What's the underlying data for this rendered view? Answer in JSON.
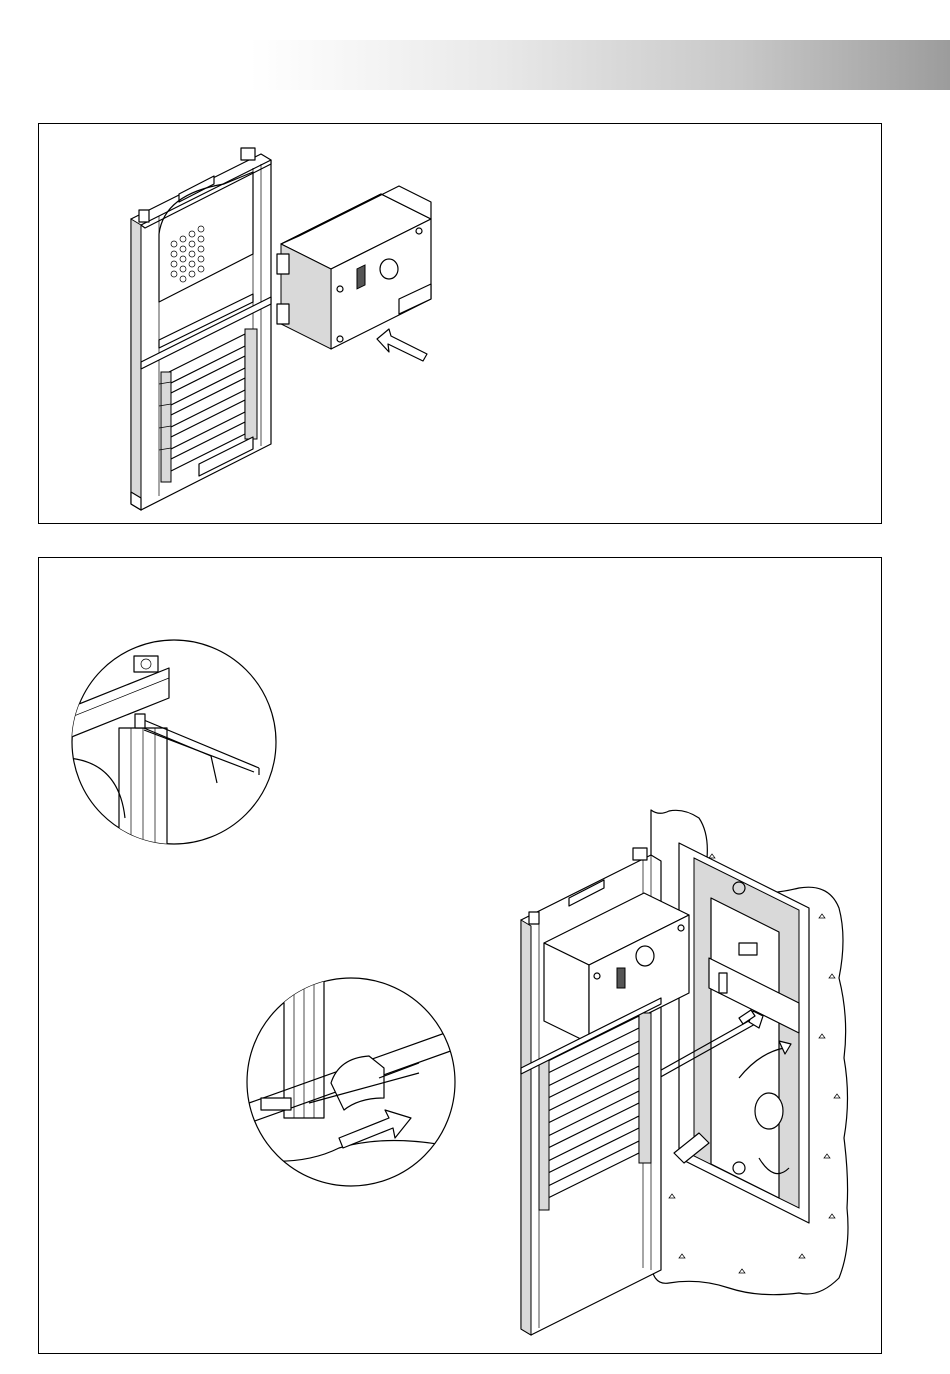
{
  "page": {
    "header_band_color": "#b5b5b5"
  },
  "figures": [
    {
      "id": "figure-top",
      "icon": "intercom-module-insertion-drawing"
    },
    {
      "id": "figure-bottom",
      "icon": "wall-box-mounting-drawing"
    }
  ],
  "colors": {
    "line": "#000000",
    "fill": "#ffffff",
    "shade": "#d9d9d9"
  }
}
